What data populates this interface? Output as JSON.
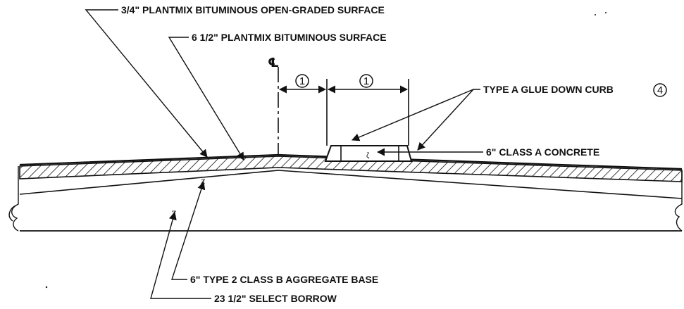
{
  "labels": {
    "open_graded": "3/4\" PLANTMIX BITUMINOUS OPEN-GRADED SURFACE",
    "plantmix_surface": "6 1/2\" PLANTMIX BITUMINOUS SURFACE",
    "glue_curb": "TYPE A GLUE DOWN CURB",
    "concrete": "6\" CLASS A CONCRETE",
    "aggregate_base": "6\" TYPE 2 CLASS B AGGREGATE BASE",
    "select_borrow": "23 1/2\" SELECT BORROW"
  },
  "centerline_symbol": "℄",
  "callouts": {
    "dim_left": "1",
    "dim_right": "1",
    "curb_note": "4"
  }
}
